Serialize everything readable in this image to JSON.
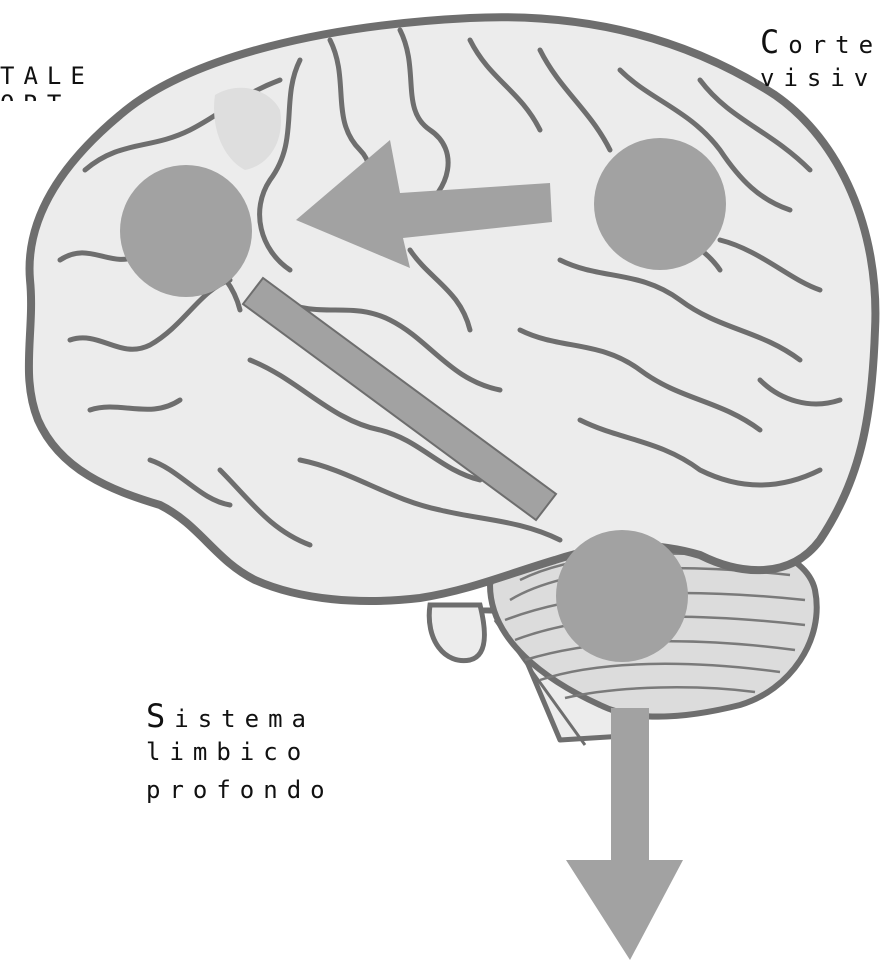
{
  "labels": {
    "frontal": "TALE",
    "frontal_cut": "ORT",
    "visual_line1": "Corte",
    "visual_line2": "visiv",
    "limbic_line1": "Sistema",
    "limbic_line2": "limbico",
    "limbic_line3": "profondo"
  },
  "colors": {
    "brain_fill": "#ececec",
    "brain_outline": "#6e6e6e",
    "marker": "#a2a2a2",
    "text": "#111111"
  }
}
